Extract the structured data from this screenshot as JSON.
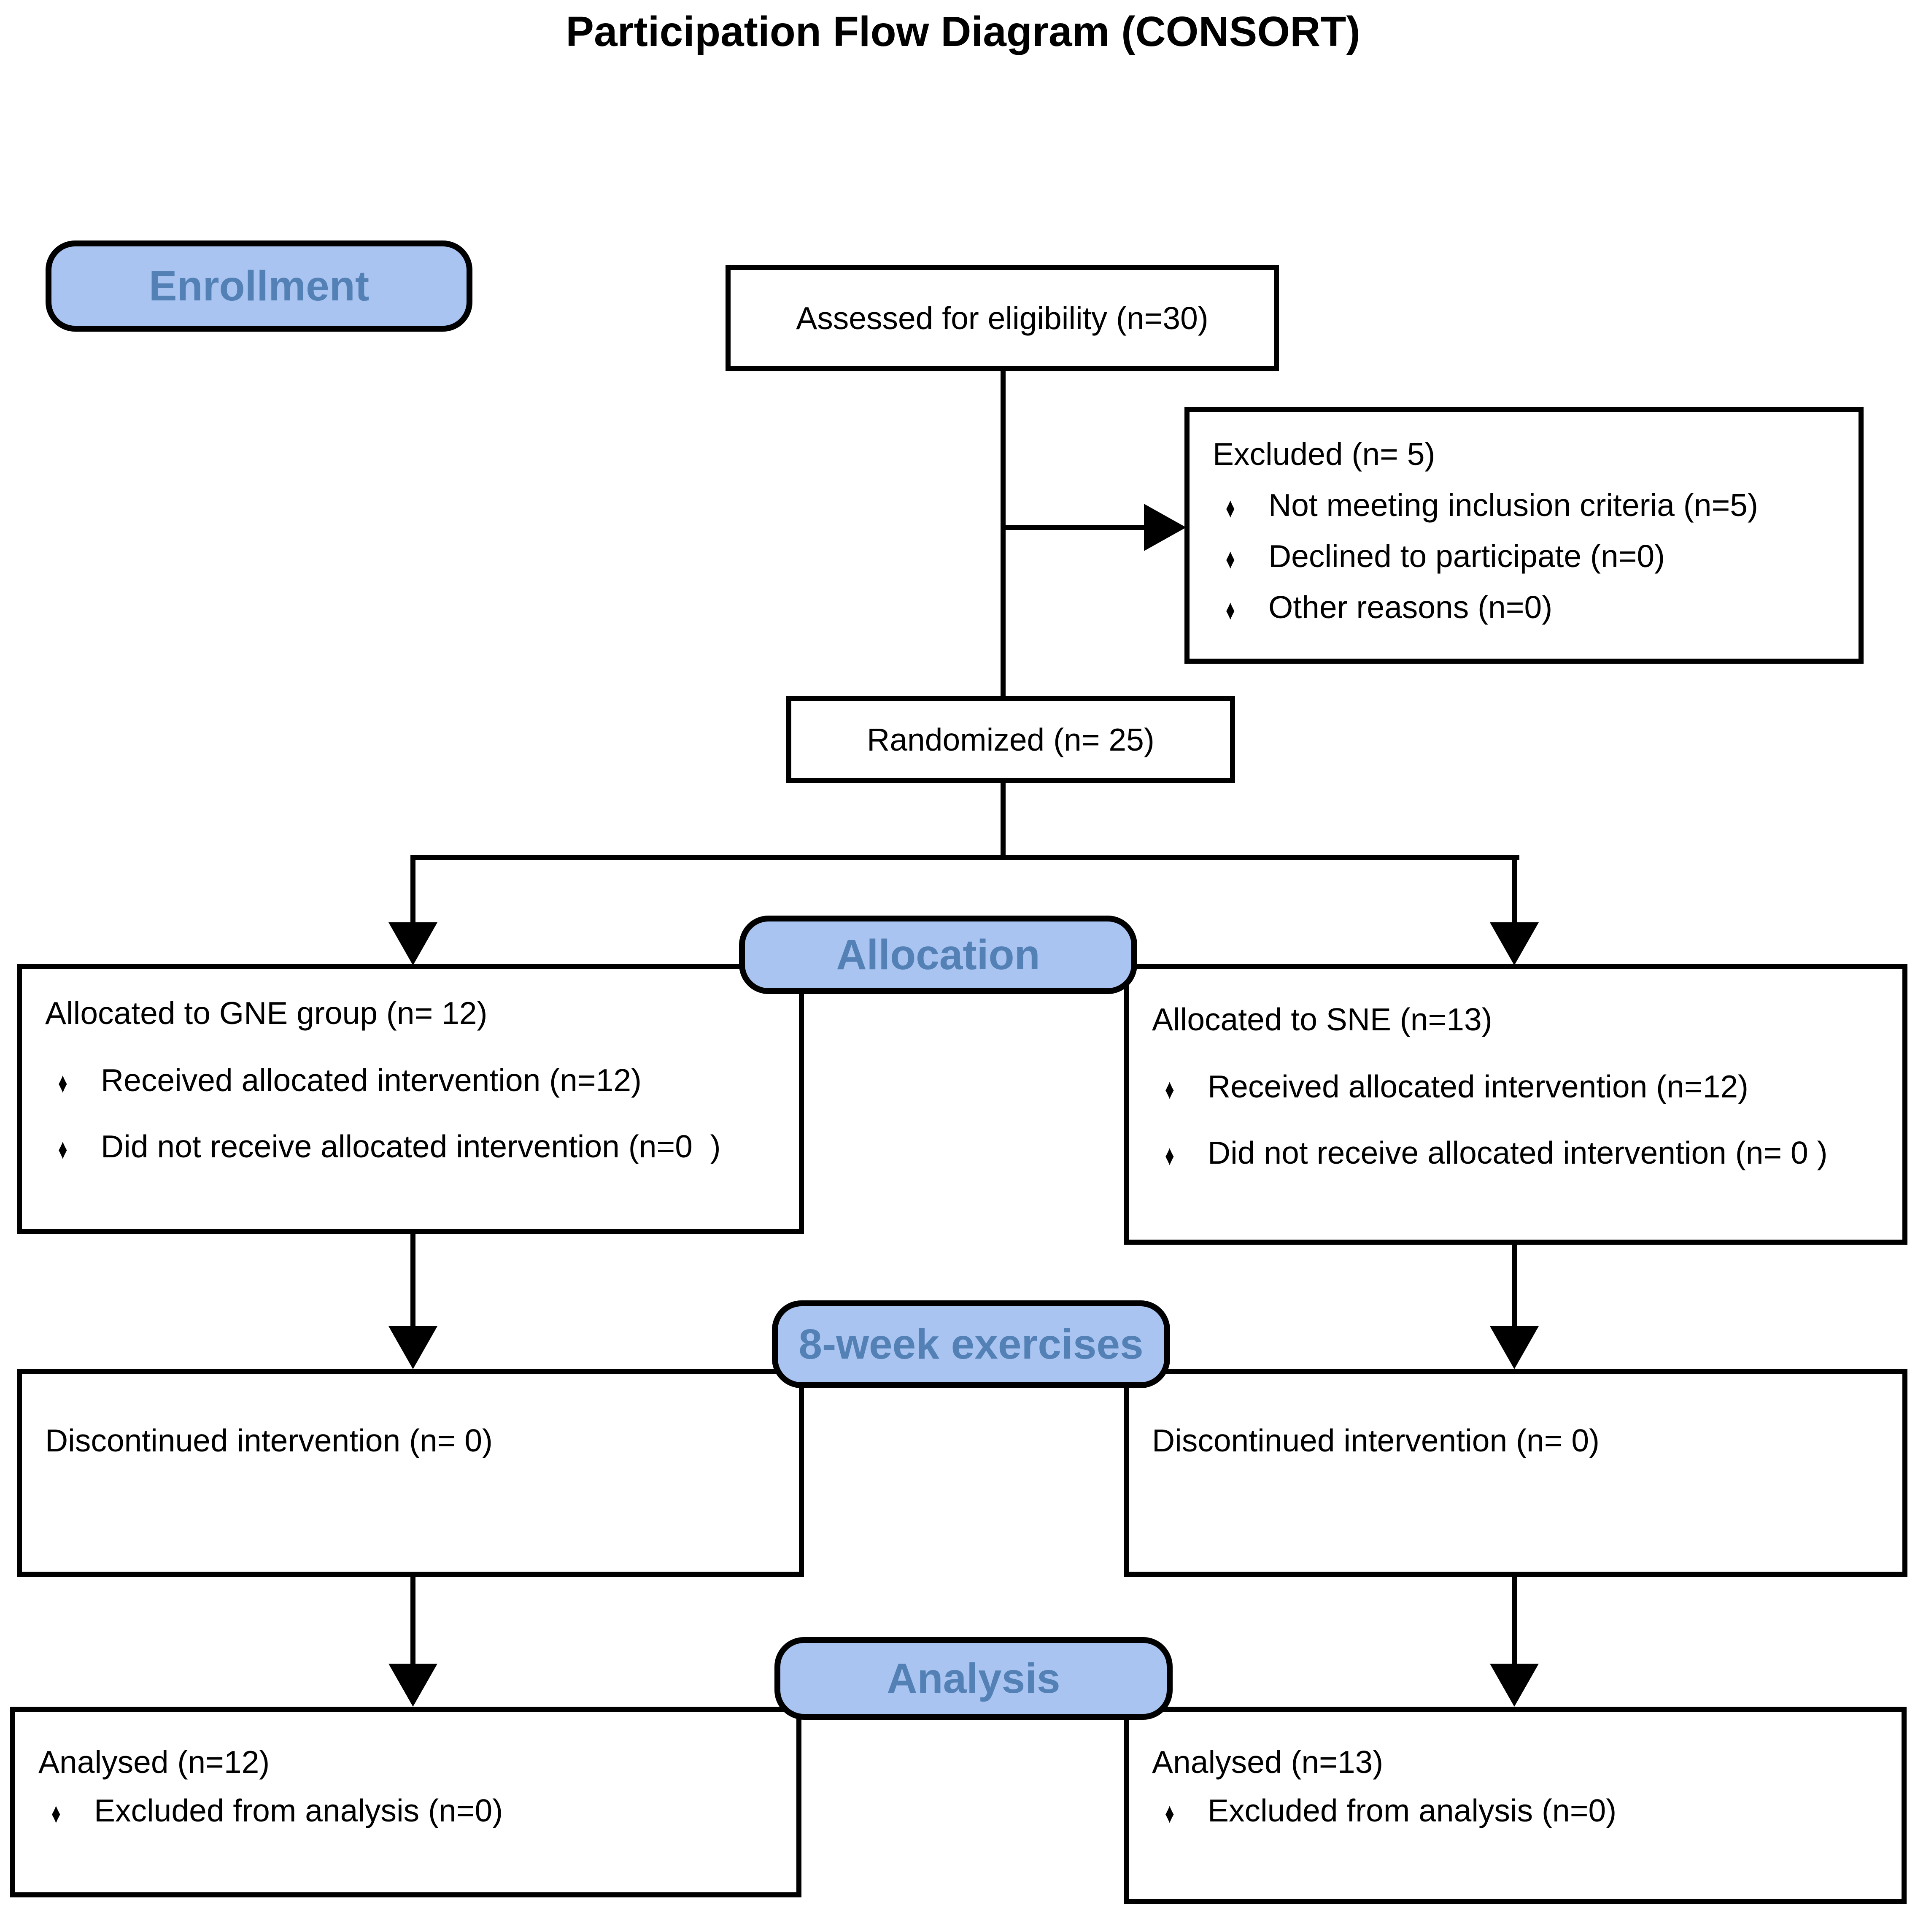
{
  "title": "Participation Flow Diagram (CONSORT)",
  "stages": {
    "enrollment": {
      "label": "Enrollment"
    },
    "allocation": {
      "label": "Allocation"
    },
    "exercises": {
      "label": "8-week exercises"
    },
    "analysis": {
      "label": "Analysis"
    }
  },
  "boxes": {
    "assessed": {
      "text": "Assessed for eligibility (n=30)"
    },
    "excluded": {
      "heading": "Excluded (n= 5)",
      "bullets": [
        "Not meeting inclusion criteria (n=5)",
        "Declined to participate (n=0)",
        "Other reasons (n=0)"
      ]
    },
    "randomized": {
      "text": "Randomized (n= 25)"
    },
    "alloc_left": {
      "heading": "Allocated to GNE group (n= 12)",
      "bullets": [
        "Received allocated intervention (n=12)",
        "Did not receive allocated intervention (n=0  )"
      ]
    },
    "alloc_right": {
      "heading": "Allocated to SNE (n=13)",
      "bullets": [
        "Received allocated intervention (n=12)",
        "Did not receive allocated intervention (n= 0 )"
      ]
    },
    "disc_left": {
      "text": "Discontinued intervention (n= 0)"
    },
    "disc_right": {
      "text": "Discontinued intervention (n= 0)"
    },
    "analysed_left": {
      "heading": "Analysed (n=12)",
      "bullets": [
        "Excluded from analysis (n=0)"
      ]
    },
    "analysed_right": {
      "heading": "Analysed (n=13)",
      "bullets": [
        "Excluded from analysis (n=0)"
      ]
    }
  },
  "icons": {
    "bullet": "♦"
  },
  "colors": {
    "stage_fill": "#A9C4F0",
    "stage_text": "#5380B5",
    "line": "#000000",
    "box_border": "#000000"
  }
}
